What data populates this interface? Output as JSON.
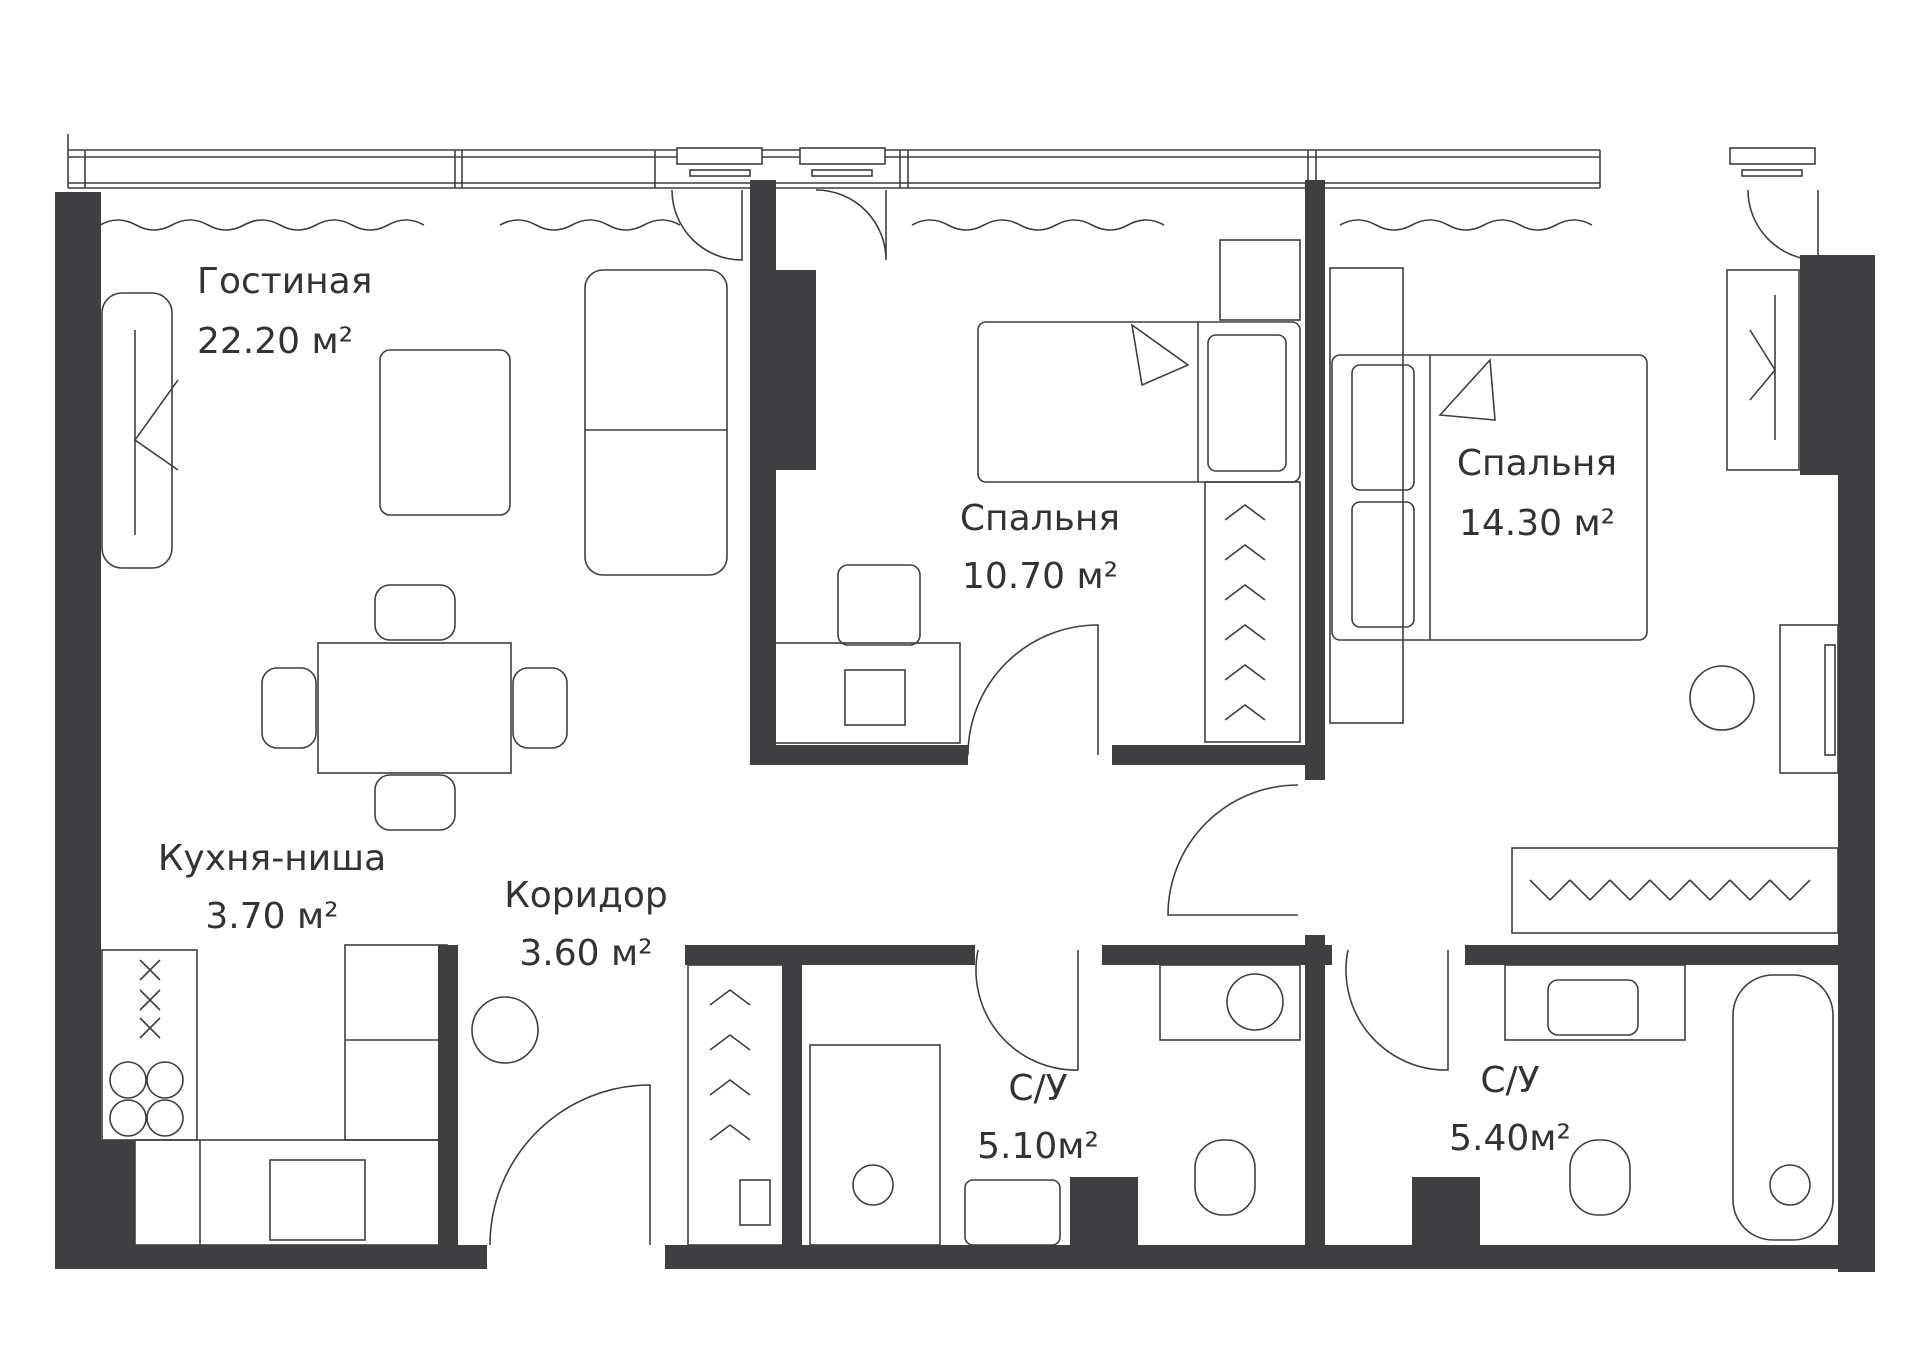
{
  "rooms": [
    {
      "id": "living",
      "name": "Гостиная",
      "area": "22.20 м²"
    },
    {
      "id": "bedroom-small",
      "name": "Спальня",
      "area": "10.70 м²"
    },
    {
      "id": "bedroom-large",
      "name": "Спальня",
      "area": "14.30 м²"
    },
    {
      "id": "kitchen",
      "name": "Кухня-ниша",
      "area": "3.70 м²"
    },
    {
      "id": "corridor",
      "name": "Коридор",
      "area": "3.60 м²"
    },
    {
      "id": "bath-1",
      "name": "С/У",
      "area": "5.10м²"
    },
    {
      "id": "bath-2",
      "name": "С/У",
      "area": "5.40м²"
    }
  ],
  "colors": {
    "wall": "#3f3f42",
    "line": "#3f3f42",
    "text": "#333335",
    "background": "#ffffff"
  }
}
